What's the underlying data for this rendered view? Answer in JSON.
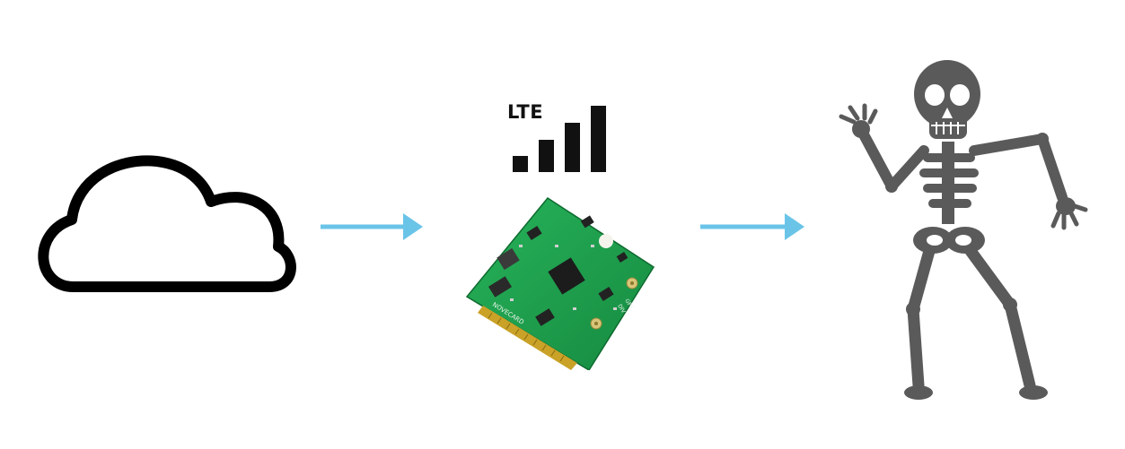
{
  "lte_badge": {
    "label": "LTE",
    "bars": 4
  },
  "board": {
    "silkscreen": [
      "GPS",
      "DIV",
      "NOVECARD"
    ]
  },
  "icons": [
    "cloud-icon",
    "arrow-right-icon",
    "lte-signal-icon",
    "modem-board-image",
    "arrow-right-icon",
    "skeleton-icon"
  ],
  "colors": {
    "arrow": "#6ac4e8",
    "outline": "#000000",
    "board": "#1f9e4e",
    "skeleton": "#5a5a5a"
  }
}
